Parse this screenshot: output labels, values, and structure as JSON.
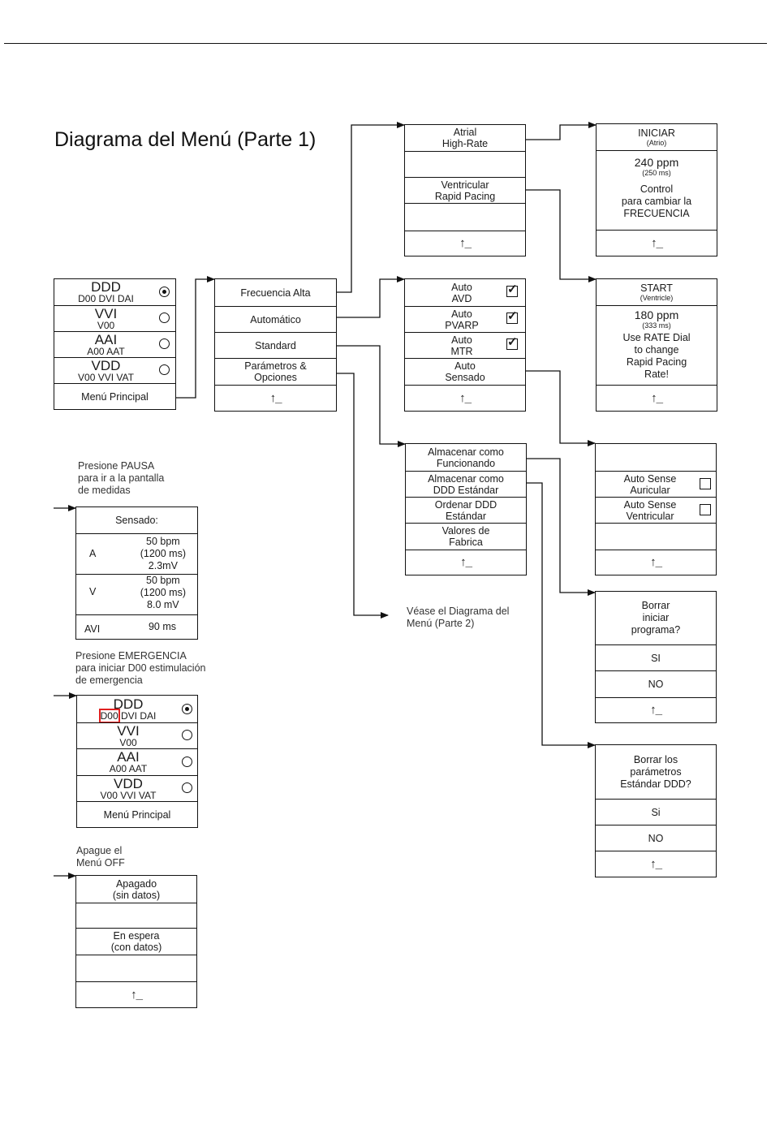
{
  "title": "Diagrama del Menú (Parte 1)",
  "back_symbol": "↑_",
  "mode_menu": {
    "items": [
      {
        "name": "DDD",
        "sub": "D00 DVI DAI",
        "selected": true
      },
      {
        "name": "VVI",
        "sub": "V00",
        "selected": false
      },
      {
        "name": "AAI",
        "sub": "A00 AAT",
        "selected": false
      },
      {
        "name": "VDD",
        "sub": "V00 VVI VAT",
        "selected": false
      }
    ],
    "main_menu_label": "Menú Principal"
  },
  "main_menu": {
    "items": [
      "Frecuencia Alta",
      "Automático",
      "Standard"
    ],
    "params_line1": "Parámetros &",
    "params_line2": "Opciones"
  },
  "high_rate_menu": {
    "atrial_line1": "Atrial",
    "atrial_line2": "High-Rate",
    "ventricular_line1": "Ventricular",
    "ventricular_line2": "Rapid Pacing"
  },
  "auto_menu": {
    "items": [
      {
        "line1": "Auto",
        "line2": "AVD",
        "checked": true
      },
      {
        "line1": "Auto",
        "line2": "PVARP",
        "checked": true
      },
      {
        "line1": "Auto",
        "line2": "MTR",
        "checked": true
      }
    ],
    "sense_line1": "Auto",
    "sense_line2": "Sensado"
  },
  "iniciar_screen": {
    "title": "INICIAR",
    "subtitle": "(Atrio)",
    "rate": "240 ppm",
    "interval": "(250 ms)",
    "line1": "Control",
    "line2": "para cambiar la",
    "line3": "FRECUENCIA"
  },
  "start_screen": {
    "title": "START",
    "subtitle": "(Ventricle)",
    "rate": "180 ppm",
    "interval": "(333 ms)",
    "line1": "Use RATE Dial",
    "line2": "to change",
    "line3": "Rapid Pacing",
    "line4": "Rate!"
  },
  "auto_sense_menu": {
    "items": [
      {
        "line1": "Auto Sense",
        "line2": "Auricular",
        "checked": false
      },
      {
        "line1": "Auto Sense",
        "line2": "Ventricular",
        "checked": false
      }
    ]
  },
  "standard_menu": {
    "items": [
      {
        "line1": "Almacenar como",
        "line2": "Funcionando"
      },
      {
        "line1": "Almacenar como",
        "line2": "DDD Estándar"
      },
      {
        "line1": "Ordenar DDD",
        "line2": "Estándar"
      },
      {
        "line1": "Valores de",
        "line2": "Fabrica"
      }
    ]
  },
  "see_part2": {
    "line1": "Véase el Diagrama del",
    "line2": "Menú (Parte 2)"
  },
  "borrar_programa": {
    "line1": "Borrar",
    "line2": "iniciar",
    "line3": "programa?",
    "yes": "SI",
    "no": "NO"
  },
  "borrar_parametros": {
    "line1": "Borrar los",
    "line2": "parámetros",
    "line3": "Estándar DDD?",
    "yes": "Si",
    "no": "NO"
  },
  "pause_note": {
    "line1": "Presione PAUSA",
    "line2": "para ir a la pantalla",
    "line3": "de medidas"
  },
  "sensing_screen": {
    "header": "Sensado:",
    "rows": [
      {
        "label": "A",
        "v1": "50 bpm",
        "v2": "(1200 ms)",
        "v3": "2.3mV"
      },
      {
        "label": "V",
        "v1": "50 bpm",
        "v2": "(1200 ms)",
        "v3": "8.0 mV"
      }
    ],
    "avi_label": "AVI",
    "avi_value": "90 ms"
  },
  "emergency_note": {
    "line1": "Presione EMERGENCIA",
    "line2": "para iniciar D00 estimulación",
    "line3": "de emergencia"
  },
  "emergency_menu": {
    "items": [
      {
        "name": "DDD",
        "sub_highlight": "D00",
        "sub_rest": " DVI DAI",
        "selected": true
      },
      {
        "name": "VVI",
        "sub": "V00",
        "selected": false
      },
      {
        "name": "AAI",
        "sub": "A00 AAT",
        "selected": false
      },
      {
        "name": "VDD",
        "sub": "V00 VVI VAT",
        "selected": false
      }
    ],
    "main_menu_label": "Menú Principal",
    "highlight_color": "#e02020"
  },
  "off_note": {
    "line1": "Apague el",
    "line2": "Menú OFF"
  },
  "off_menu": {
    "apagado_line1": "Apagado",
    "apagado_line2": "(sin datos)",
    "espera_line1": "En espera",
    "espera_line2": "(con datos)"
  }
}
